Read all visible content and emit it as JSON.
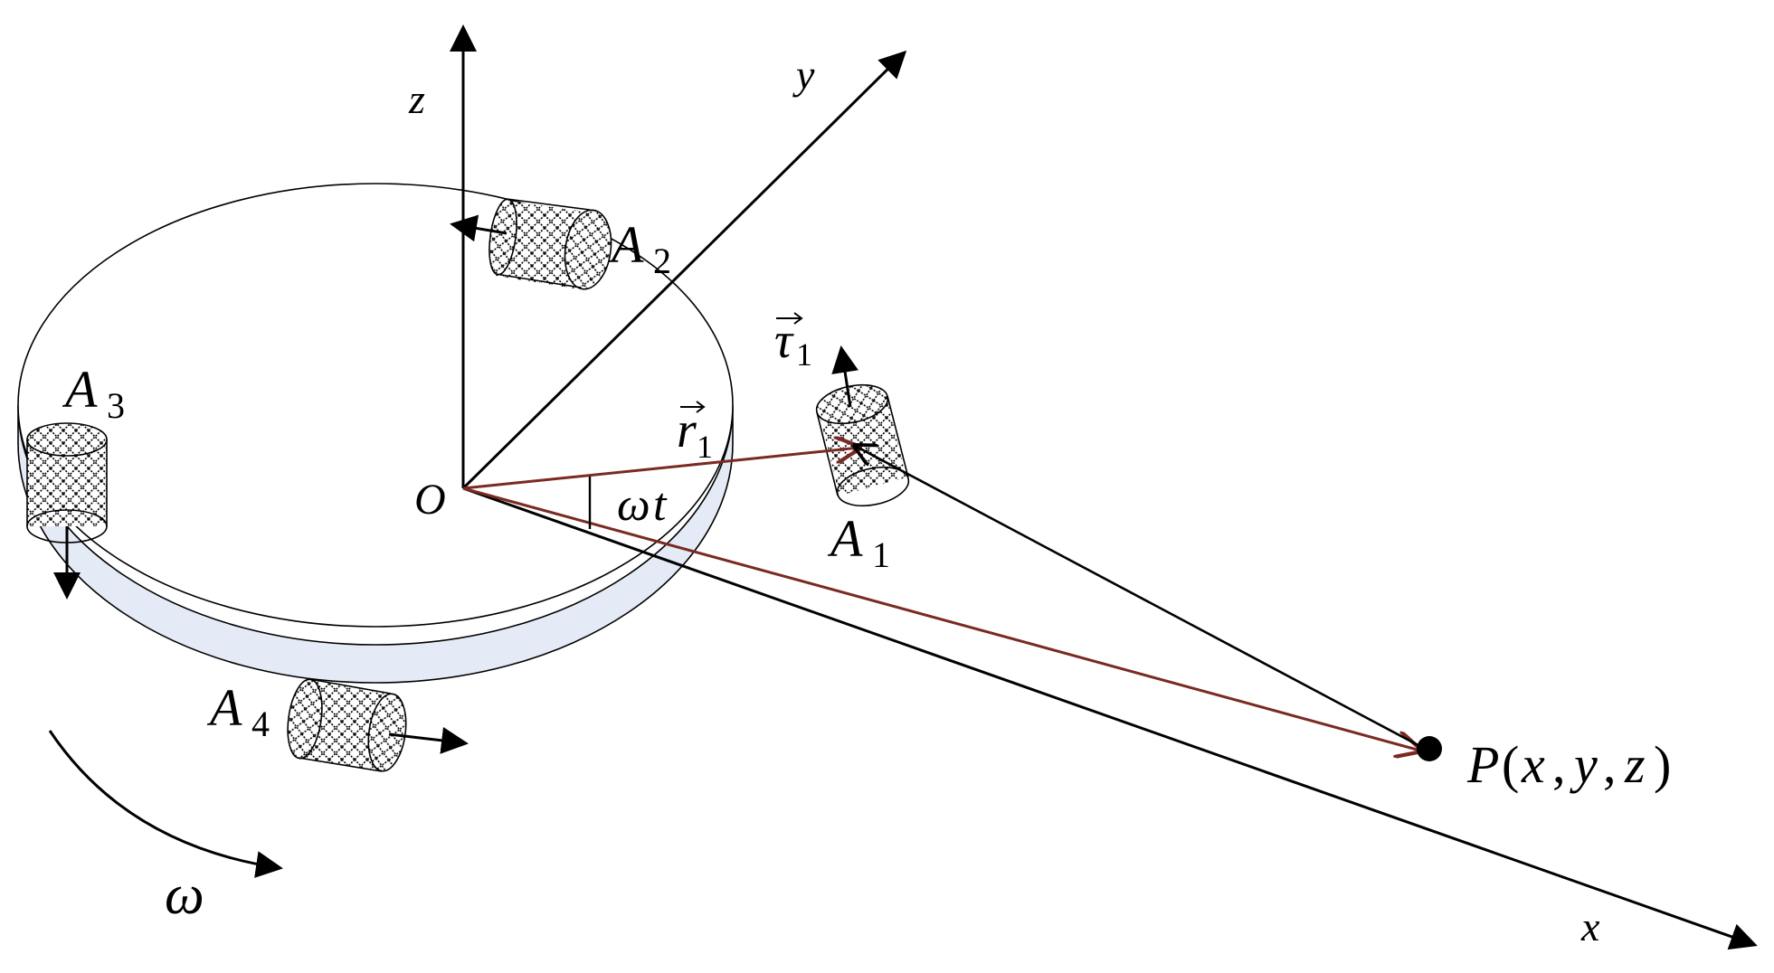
{
  "axes": {
    "x": "x",
    "y": "y",
    "z": "z",
    "origin": "O"
  },
  "actuators": [
    {
      "letter": "A",
      "index": "1"
    },
    {
      "letter": "A",
      "index": "2"
    },
    {
      "letter": "A",
      "index": "3"
    },
    {
      "letter": "A",
      "index": "4"
    }
  ],
  "vectors": {
    "r": {
      "symbol": "r",
      "index": "1"
    },
    "tau": {
      "symbol": "τ",
      "index": "1"
    }
  },
  "angle_label": {
    "omega": "ω",
    "t": "t"
  },
  "rotation_label": "ω",
  "point": {
    "name": "P",
    "open": "(",
    "x": "x",
    "comma1": ",",
    "y": "y",
    "comma2": ",",
    "z": "z",
    "close": ")"
  },
  "colors": {
    "ink": "#000000",
    "vector": "#7a2a22",
    "disc_edge": "#e4ebf6"
  }
}
